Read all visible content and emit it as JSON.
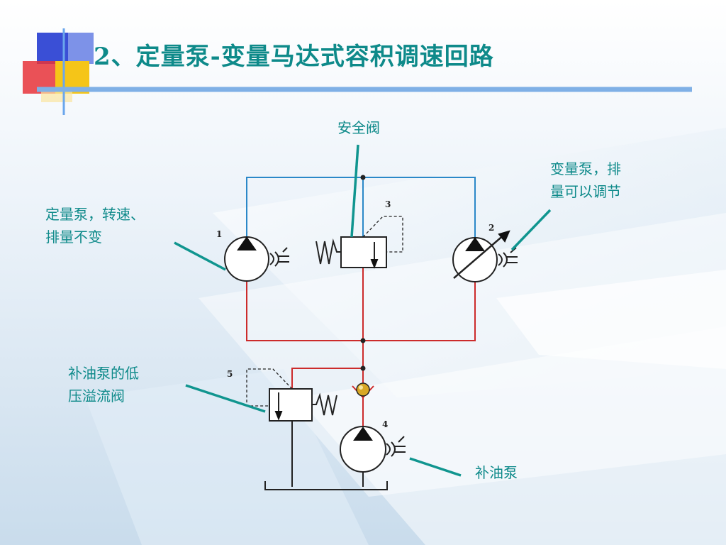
{
  "title": "2、定量泵-变量马达式容积调速回路",
  "labels": {
    "safety_valve": "安全阀",
    "variable_pump_line1": "变量泵，排",
    "variable_pump_line2": "量可以调节",
    "fixed_pump_line1": "定量泵，转速、",
    "fixed_pump_line2": "排量不变",
    "low_pressure_relief_line1": "补油泵的低",
    "low_pressure_relief_line2": "压溢流阀",
    "charge_pump": "补油泵"
  },
  "numbers": {
    "n1": "1",
    "n2": "2",
    "n3": "3",
    "n4": "4",
    "n5": "5"
  },
  "colors": {
    "title": "#0e8a8a",
    "label": "#0e8a8a",
    "leader": "#10958f",
    "high_pressure_line": "#2b88c8",
    "low_pressure_line": "#cc2b2b",
    "symbol": "#222222",
    "title_underline": "#7fb0e6"
  }
}
